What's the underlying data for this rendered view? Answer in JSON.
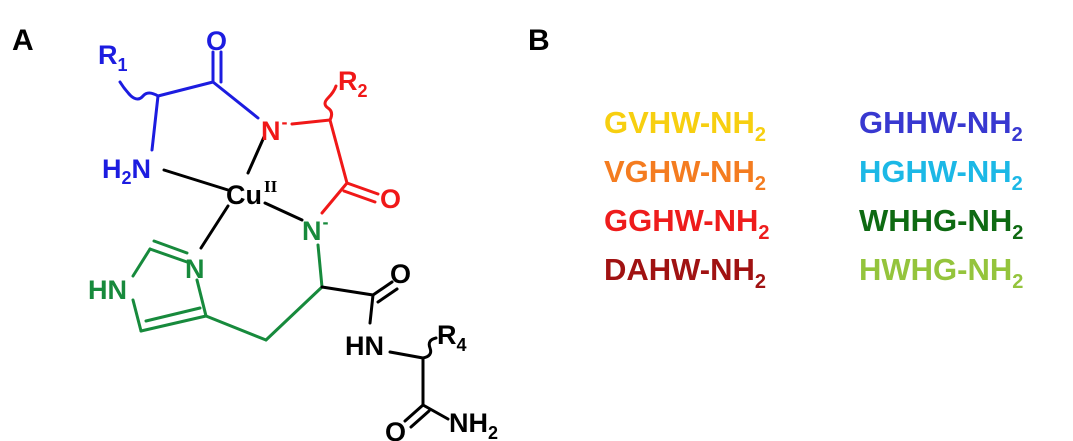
{
  "panels": {
    "a": "A",
    "b": "B"
  },
  "colors": {
    "residue1": "#1c1ce0",
    "residue2": "#f01818",
    "histidine": "#178a3c",
    "metal_and_rest": "#000000"
  },
  "structure": {
    "r1": "R",
    "r1_sub": "1",
    "r2": "R",
    "r2_sub": "2",
    "r4": "R",
    "r4_sub": "4",
    "o_blue": "O",
    "o_red": "O",
    "o_amide": "O",
    "o_terminal": "O",
    "n1": "N",
    "n1_charge": "-",
    "n2": "N",
    "n2_charge": "-",
    "amine_h": "H",
    "amine_h_sub": "2",
    "amine_n": "N",
    "metal": "Cu",
    "metal_ox": "II",
    "imid_hn": "HN",
    "imid_n": "N",
    "amide_hn": "HN",
    "terminal_nh": "NH",
    "terminal_nh_sub": "2"
  },
  "peptides": [
    {
      "name": "GVHW-NH",
      "sub": "2",
      "color": "#f7cf10"
    },
    {
      "name": "VGHW-NH",
      "sub": "2",
      "color": "#f47c20"
    },
    {
      "name": "GGHW-NH",
      "sub": "2",
      "color": "#ee1c1c"
    },
    {
      "name": "DAHW-NH",
      "sub": "2",
      "color": "#a01212"
    },
    {
      "name": "GHHW-NH",
      "sub": "2",
      "color": "#3838d0"
    },
    {
      "name": "HGHW-NH",
      "sub": "2",
      "color": "#1cb8e6"
    },
    {
      "name": "WHHG-NH",
      "sub": "2",
      "color": "#0e6a12"
    },
    {
      "name": "HWHG-NH",
      "sub": "2",
      "color": "#94c43c"
    }
  ]
}
